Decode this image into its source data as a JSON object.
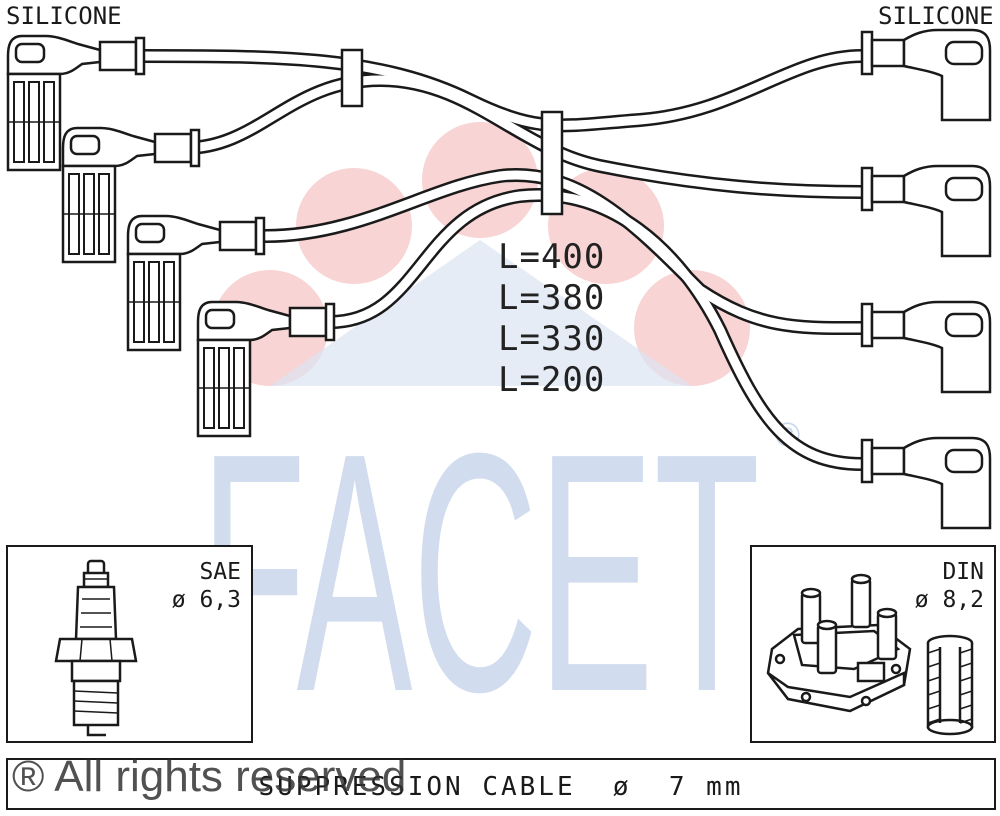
{
  "labels": {
    "left_insulation": "SILICONE",
    "right_insulation": "SILICONE"
  },
  "lengths": [
    "L=400",
    "L=380",
    "L=330",
    "L=200"
  ],
  "spark_plug": {
    "standard": "SAE",
    "diameter": "ø 6,3"
  },
  "coil": {
    "standard": "DIN",
    "diameter": "ø 8,2"
  },
  "cable": {
    "spec": "SUPPRESSION CABLE  ø  7 mm"
  },
  "watermark": {
    "brand": "FACET",
    "registered": "®"
  },
  "copyright": "® All rights reserved",
  "colors": {
    "logo_blue": "#c9d7ec",
    "logo_pink": "#f7cccd",
    "line": "#1a1a1a"
  }
}
